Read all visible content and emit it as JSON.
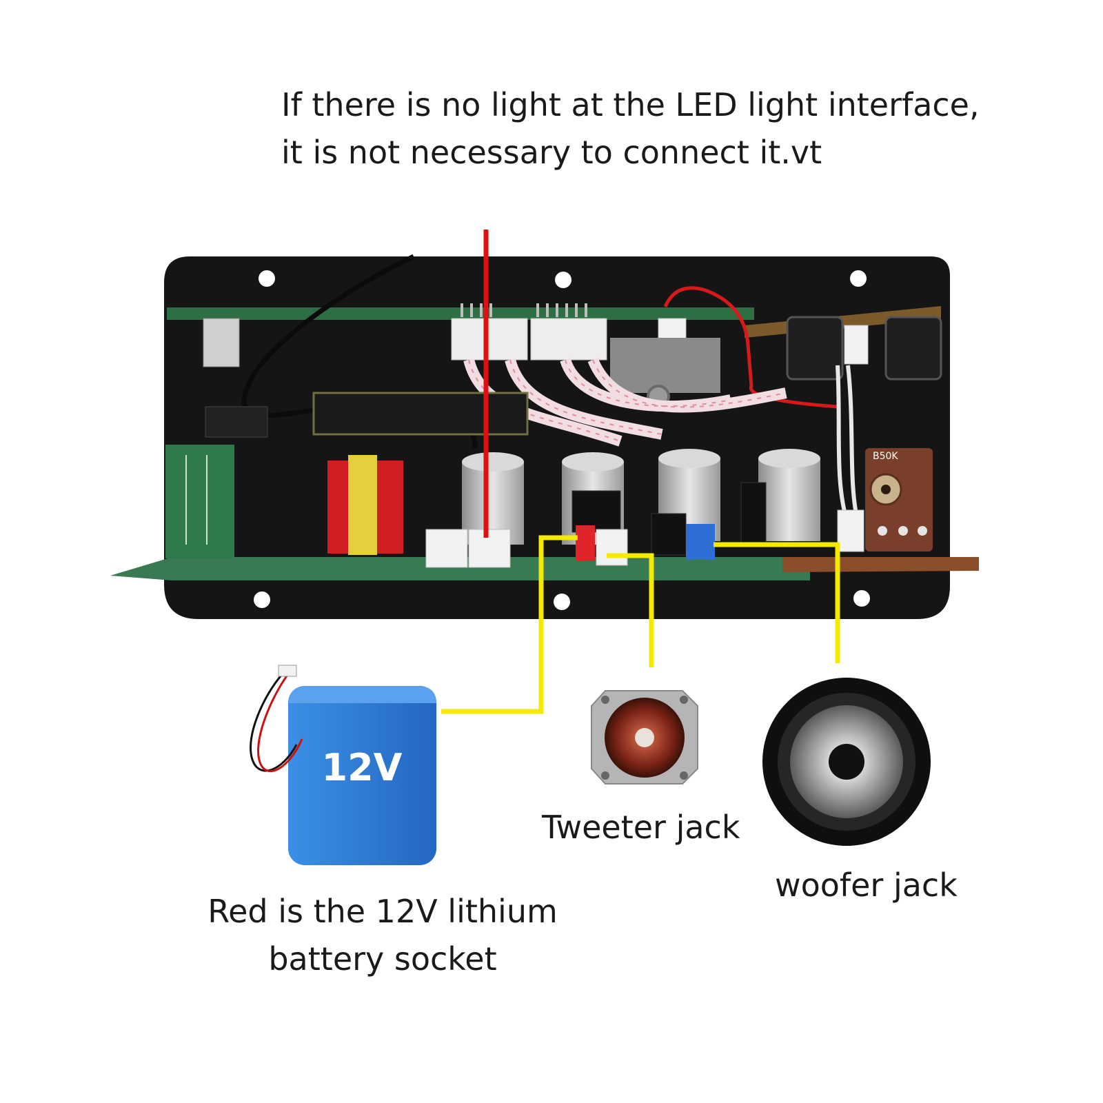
{
  "notes": {
    "led_line1": "If there is no light at the LED light interface,",
    "led_line2": "it is not necessary to connect it.vt"
  },
  "labels": {
    "tweeter": "Tweeter jack",
    "woofer": "woofer jack",
    "battery_line1": "Red is the 12V lithium",
    "battery_line2": "battery socket",
    "battery_text": "12V",
    "pot_text": "B50K"
  },
  "colors": {
    "leader_red": "#e01010",
    "leader_yellow": "#f3ea00",
    "panel": "#151515",
    "pcb": "#2d6e45",
    "battery": "#2f7fd8"
  },
  "icons": [
    "amplifier-board-icon",
    "battery-icon",
    "tweeter-icon",
    "woofer-icon"
  ]
}
